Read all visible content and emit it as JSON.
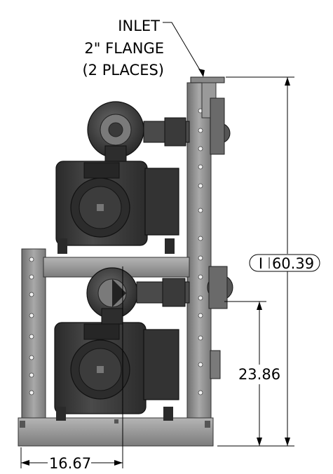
{
  "callout": {
    "line1": "INLET",
    "line2": "2\" FLANGE",
    "line3": "(2 PLACES)"
  },
  "dimensions": {
    "overall_height_prefix": "I",
    "overall_height": "60.39",
    "inlet_height": "23.86",
    "horizontal_offset": "16.67"
  },
  "colors": {
    "frame": "#8c8c8c",
    "frame_dark": "#5a5a5a",
    "pump_body": "#3a3a3a",
    "pump_dark": "#1f1f1f",
    "line": "#000000"
  }
}
